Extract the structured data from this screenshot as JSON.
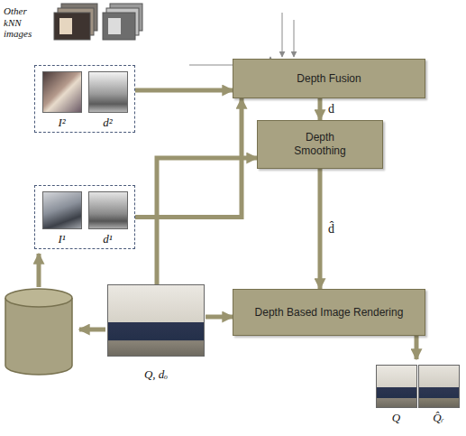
{
  "diagram": {
    "nodes": [
      {
        "text": [
          "Depth Fusion"
        ]
      },
      {
        "text": [
          "Depth Smoothing"
        ]
      },
      {
        "text": [
          "Depth Based Image Rendering"
        ]
      },
      {
        "text": [
          "I²",
          "d²"
        ]
      },
      {
        "text": [
          "I¹",
          "d¹"
        ]
      },
      {
        "text": [
          "Q, dₒ"
        ]
      },
      {
        "text": [
          "Q",
          "Q̂ᵣ"
        ]
      }
    ],
    "edges": [
      {
        "from": 3,
        "to": 0,
        "arrow": "to"
      },
      {
        "from": 4,
        "to": 0,
        "arrow": "to"
      },
      {
        "from": 0,
        "to": 1,
        "label": "d",
        "arrow": "to"
      },
      {
        "from": 1,
        "to": 2,
        "label": "d̂",
        "arrow": "to"
      },
      {
        "from": 5,
        "to": 1,
        "arrow": "to"
      },
      {
        "from": 5,
        "to": 2,
        "arrow": "to"
      },
      {
        "from": 2,
        "to": 6,
        "arrow": "to"
      }
    ],
    "labels": [
      "Other kNN images"
    ]
  }
}
